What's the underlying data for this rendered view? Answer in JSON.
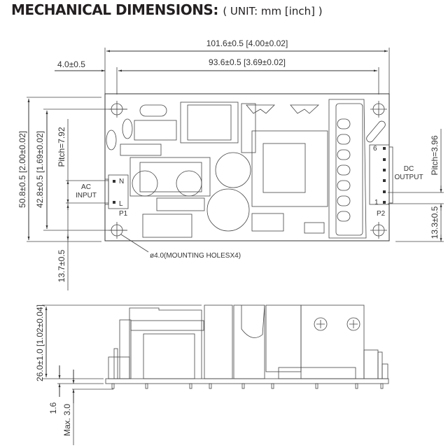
{
  "header": {
    "title": "MECHANICAL DIMENSIONS:",
    "unit": "( UNIT: mm [inch] )"
  },
  "top_view": {
    "overall_width": "101.6±0.5  [4.00±0.02]",
    "hole_pitch_width": "93.6±0.5  [3.69±0.02]",
    "hole_offset": "4.0±0.5",
    "overall_height": "50.8±0.5  [2.00±0.02]",
    "hole_pitch_height": "42.8±0.5  [1.69±0.02]",
    "input_pitch": "Pitch=7.92",
    "input_offset": "13.7±0.5",
    "ac_input_line1": "AC",
    "ac_input_line2": "INPUT",
    "pin_n": "N",
    "pin_l": "L",
    "connector_p1": "P1",
    "output_pitch": "Pitch=3.96",
    "output_offset": "13.3±0.5",
    "dc_output_line1": "DC",
    "dc_output_line2": "OUTPUT",
    "pin_6": "6",
    "pin_1": "1",
    "connector_p2": "P2",
    "mounting_holes": "ø4.0(MOUNTING HOLESX4)"
  },
  "side_view": {
    "height": "26.0±1.0  [1.02±0.04]",
    "pcb_thickness": "1.6",
    "pin_length": "Max. 3.0"
  }
}
